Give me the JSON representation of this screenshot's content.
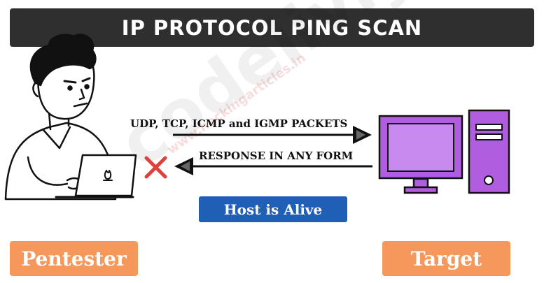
{
  "title": "IP PROTOCOL PING SCAN",
  "watermark": "codelivly.net",
  "watermark_small": "www.hackingarticles.in",
  "arrows": {
    "request_label": "UDP, TCP, ICMP and IGMP PACKETS",
    "response_label": "RESPONSE IN ANY FORM"
  },
  "status": "Host is Alive",
  "roles": {
    "left": "Pentester",
    "right": "Target"
  },
  "colors": {
    "title_bg": "#2f2f2f",
    "badge": "#1f5fb5",
    "role_tag": "#f6985c",
    "computer": "#b05de0",
    "fail_mark": "#e0403a"
  },
  "icons": {
    "person": "pentester-with-laptop",
    "computer": "desktop-computer",
    "fail": "x-mark"
  }
}
